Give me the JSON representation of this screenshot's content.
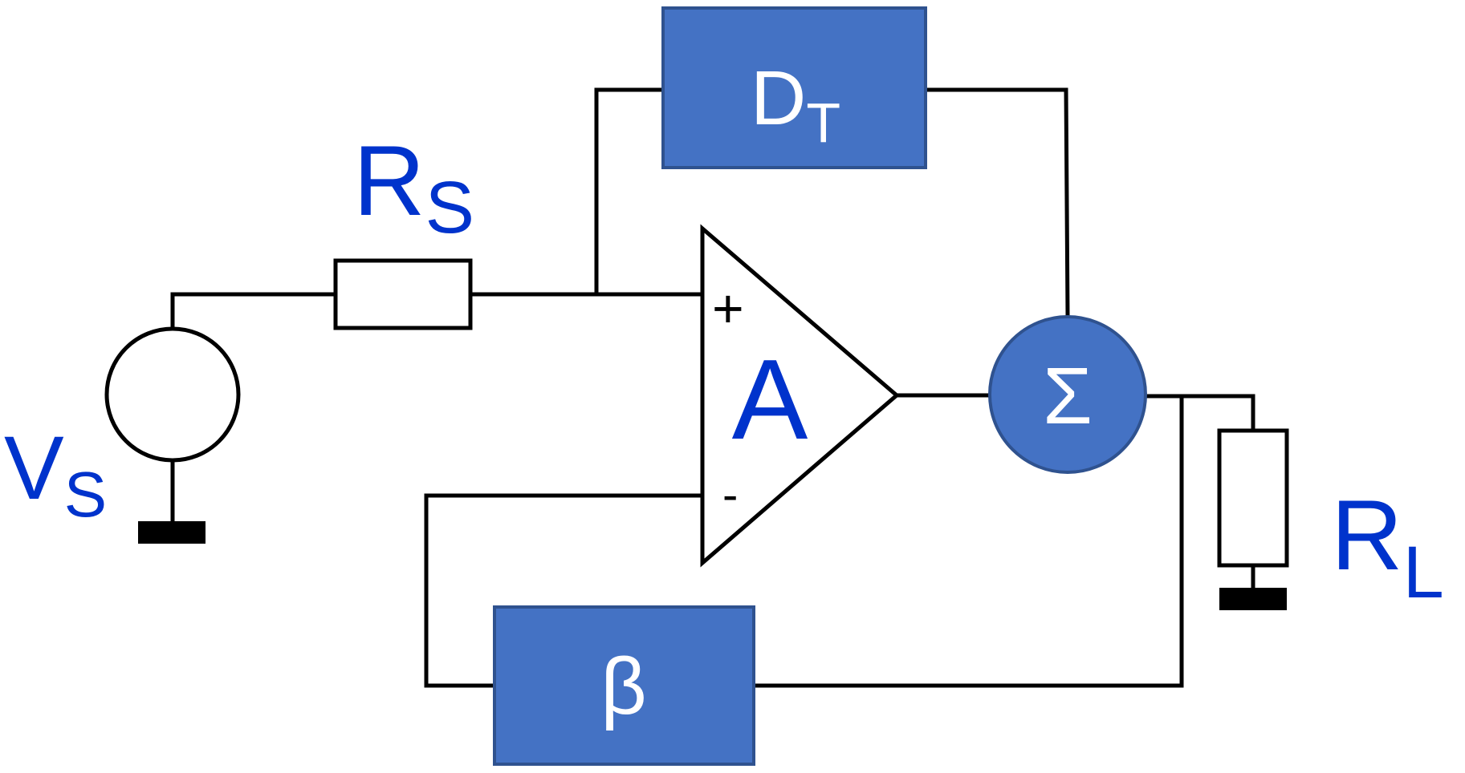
{
  "labels": {
    "source_main": "V",
    "source_sub": "S",
    "rs_main": "R",
    "rs_sub": "S",
    "rl_main": "R",
    "rl_sub": "L",
    "amp": "A",
    "plus": "+",
    "minus": "-",
    "dt_main": "D",
    "dt_sub": "T",
    "sum": "Σ",
    "beta": "β"
  },
  "colors": {
    "block_fill": "#4472C4",
    "label_blue": "#0033CC",
    "wire": "#000000"
  }
}
